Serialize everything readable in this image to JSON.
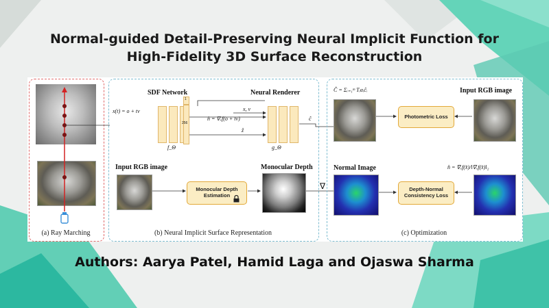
{
  "title_line1": "Normal-guided Detail-Preserving Neural Implicit Function for",
  "title_line2": "High-Fidelity 3D Surface Reconstruction",
  "authors": "Authors: Aarya Patel, Hamid Laga and Ojaswa Sharma",
  "figure": {
    "panel_a": {
      "caption": "(a) Ray Marching"
    },
    "panel_b": {
      "caption": "(b) Neural Implicit Surface Representation",
      "sdf_network": "SDF Network",
      "neural_renderer": "Neural Renderer",
      "ray_eq": "x(t) = o + tv",
      "normal_eq": "n̂ = ∇ₓf(o + tv)",
      "xv": "x, v",
      "zhat": "ẑ",
      "chat": "ĉ",
      "f_theta": "f_Θ",
      "g_theta": "g_Θ",
      "layer_top": "1",
      "layer_mid": "256",
      "input_rgb": "Input RGB image",
      "monocular_depth": "Monocular Depth",
      "depth_box": "Monocular Depth Estimation",
      "lock_icon": "lock-icon",
      "nabla": "∇"
    },
    "panel_c": {
      "caption": "(c) Optimization",
      "color_eq": "Ĉ = Σᵢ₌₁ᵐ Tᵢαᵢĉᵢ",
      "input_rgb": "Input RGB image",
      "photometric": "Photometric Loss",
      "normal_image": "Normal Image",
      "normal_eq": "n̂ = ∇ₓf(x̂)/‖∇ₓf(x̂)‖₂",
      "depth_normal": "Depth-Normal Consistency Loss"
    }
  },
  "colors": {
    "accent_teal": "#5fd6bd",
    "panel_a_border": "#e06a6a",
    "panel_bc_border": "#7dbcd0",
    "box_fill": "#fbedc4",
    "box_border": "#e2a838"
  }
}
